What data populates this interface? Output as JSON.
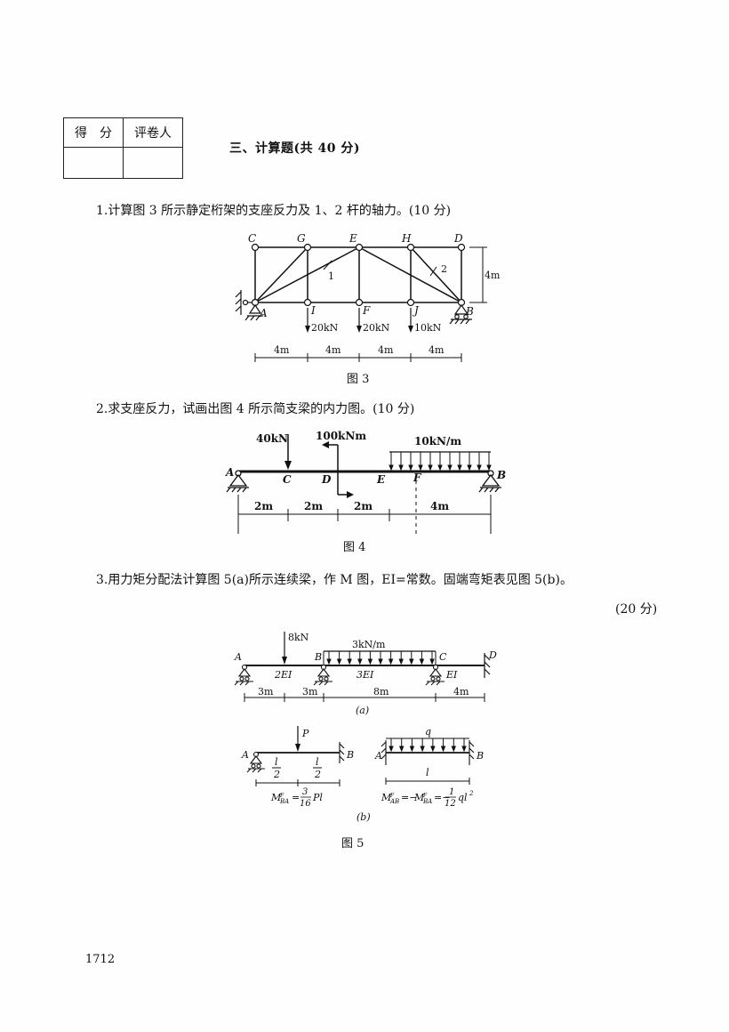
{
  "score_table": {
    "score_label": "得　分",
    "grader_label": "评卷人"
  },
  "section_title": "三、计算题(共 40 分)",
  "q1": {
    "text": "1.计算图 3 所示静定桁架的支座反力及 1、2 杆的轴力。(10 分)",
    "figure": {
      "joint_labels": [
        "C",
        "G",
        "E",
        "H",
        "D",
        "A",
        "I",
        "F",
        "J",
        "B"
      ],
      "member_labels": [
        "1",
        "2"
      ],
      "loads": [
        "20kN",
        "20kN",
        "10kN"
      ],
      "height_label": "4m",
      "span_labels": [
        "4m",
        "4m",
        "4m",
        "4m"
      ],
      "caption": "图 3"
    }
  },
  "q2": {
    "text": "2.求支座反力，试画出图 4 所示简支梁的内力图。(10 分)",
    "figure": {
      "point_load": "40kN",
      "moment": "100kNm",
      "distributed": "10kN/m",
      "point_labels": [
        "A",
        "C",
        "D",
        "E",
        "F",
        "B"
      ],
      "span_labels": [
        "2m",
        "2m",
        "2m",
        "4m"
      ],
      "caption": "图 4"
    }
  },
  "q3": {
    "text": "3.用力矩分配法计算图 5(a)所示连续梁，作 M 图，EI=常数。固端弯矩表见图 5(b)。",
    "points": "(20 分)",
    "figure_a": {
      "point_load": "8kN",
      "distributed": "3kN/m",
      "node_labels": [
        "A",
        "B",
        "C",
        "D"
      ],
      "stiffness": [
        "2EI",
        "3EI",
        "EI"
      ],
      "span_labels": [
        "3m",
        "3m",
        "8m",
        "4m"
      ],
      "sub_caption": "(a)"
    },
    "figure_b": {
      "left": {
        "load": "P",
        "ends": [
          "A",
          "B"
        ],
        "half_num": "l",
        "half_den": "2",
        "formula_lhs": "M",
        "formula_sub": "BA",
        "formula_num": "3",
        "formula_den": "16",
        "formula_tail": "Pl"
      },
      "right": {
        "load": "q",
        "ends": [
          "A",
          "B"
        ],
        "length": "l",
        "formula_lhs": "M",
        "formula_sub1": "AB",
        "formula_sub2": "BA",
        "formula_num": "1",
        "formula_den": "12",
        "formula_tail": "ql"
      },
      "sub_caption": "(b)"
    },
    "caption": "图 5"
  },
  "page_number": "1712"
}
